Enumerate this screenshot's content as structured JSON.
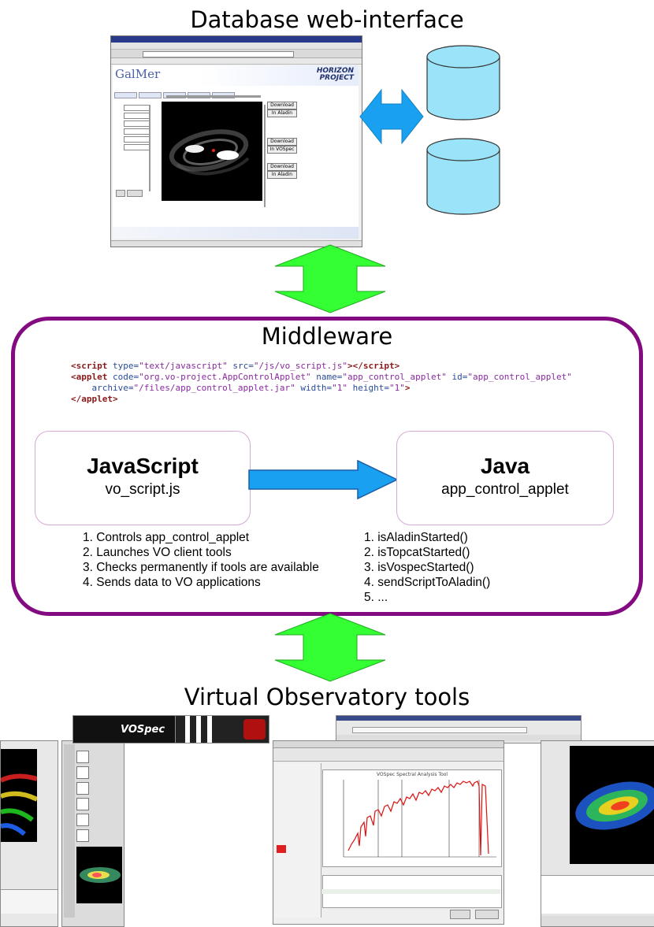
{
  "headings": {
    "top": "Database web-interface",
    "middle": "Middleware",
    "bottom": "Virtual Observatory tools"
  },
  "code": {
    "line1": {
      "open": "<script",
      "a1": " type=",
      "v1": "\"text/javascript\"",
      "a2": " src=",
      "v2": "\"/js/vo_script.js\"",
      "close": "></script>"
    },
    "line2": {
      "open": "<applet",
      "a1": " code=",
      "v1": "\"org.vo-project.AppControlApplet\"",
      "a2": " name=",
      "v2": "\"app_control_applet\"",
      "a3": " id=",
      "v3": "\"app_control_applet\""
    },
    "line3": {
      "a1": "archive=",
      "v1": "\"/files/app_control_applet.jar\"",
      "a2": " width=",
      "v2": "\"1\"",
      "a3": " height=",
      "v3": "\"1\"",
      "close": ">"
    },
    "line4": {
      "close": "</applet>"
    }
  },
  "javascript_box": {
    "title": "JavaScript",
    "subtitle": "vo_script.js"
  },
  "java_box": {
    "title": "Java",
    "subtitle": "app_control_applet"
  },
  "js_functions": [
    "1. Controls app_control_applet",
    "2. Launches VO client tools",
    "3. Checks permanently if tools are available",
    "4. Sends data to VO applications"
  ],
  "java_methods": [
    "1. isAladinStarted()",
    "2. isTopcatStarted()",
    "3. isVospecStarted()",
    "4. sendScriptToAladin()",
    "5. ..."
  ],
  "web_screenshot": {
    "logo": "GalMer",
    "project": "HORIZON PROJECT",
    "buttons": [
      "Download",
      "In Aladin",
      "Download",
      "In VOSpec",
      "Download",
      "In Aladin"
    ]
  },
  "vo_screenshot": {
    "vospec_logo": "VOSpec",
    "plot_title": "VOSpec Spectral Analysis Tool"
  },
  "colors": {
    "middleware_border": "#830a80",
    "vertical_arrows": "#33ff33",
    "horizontal_arrow": "#1aa0f0",
    "database": "#9be3f8"
  }
}
